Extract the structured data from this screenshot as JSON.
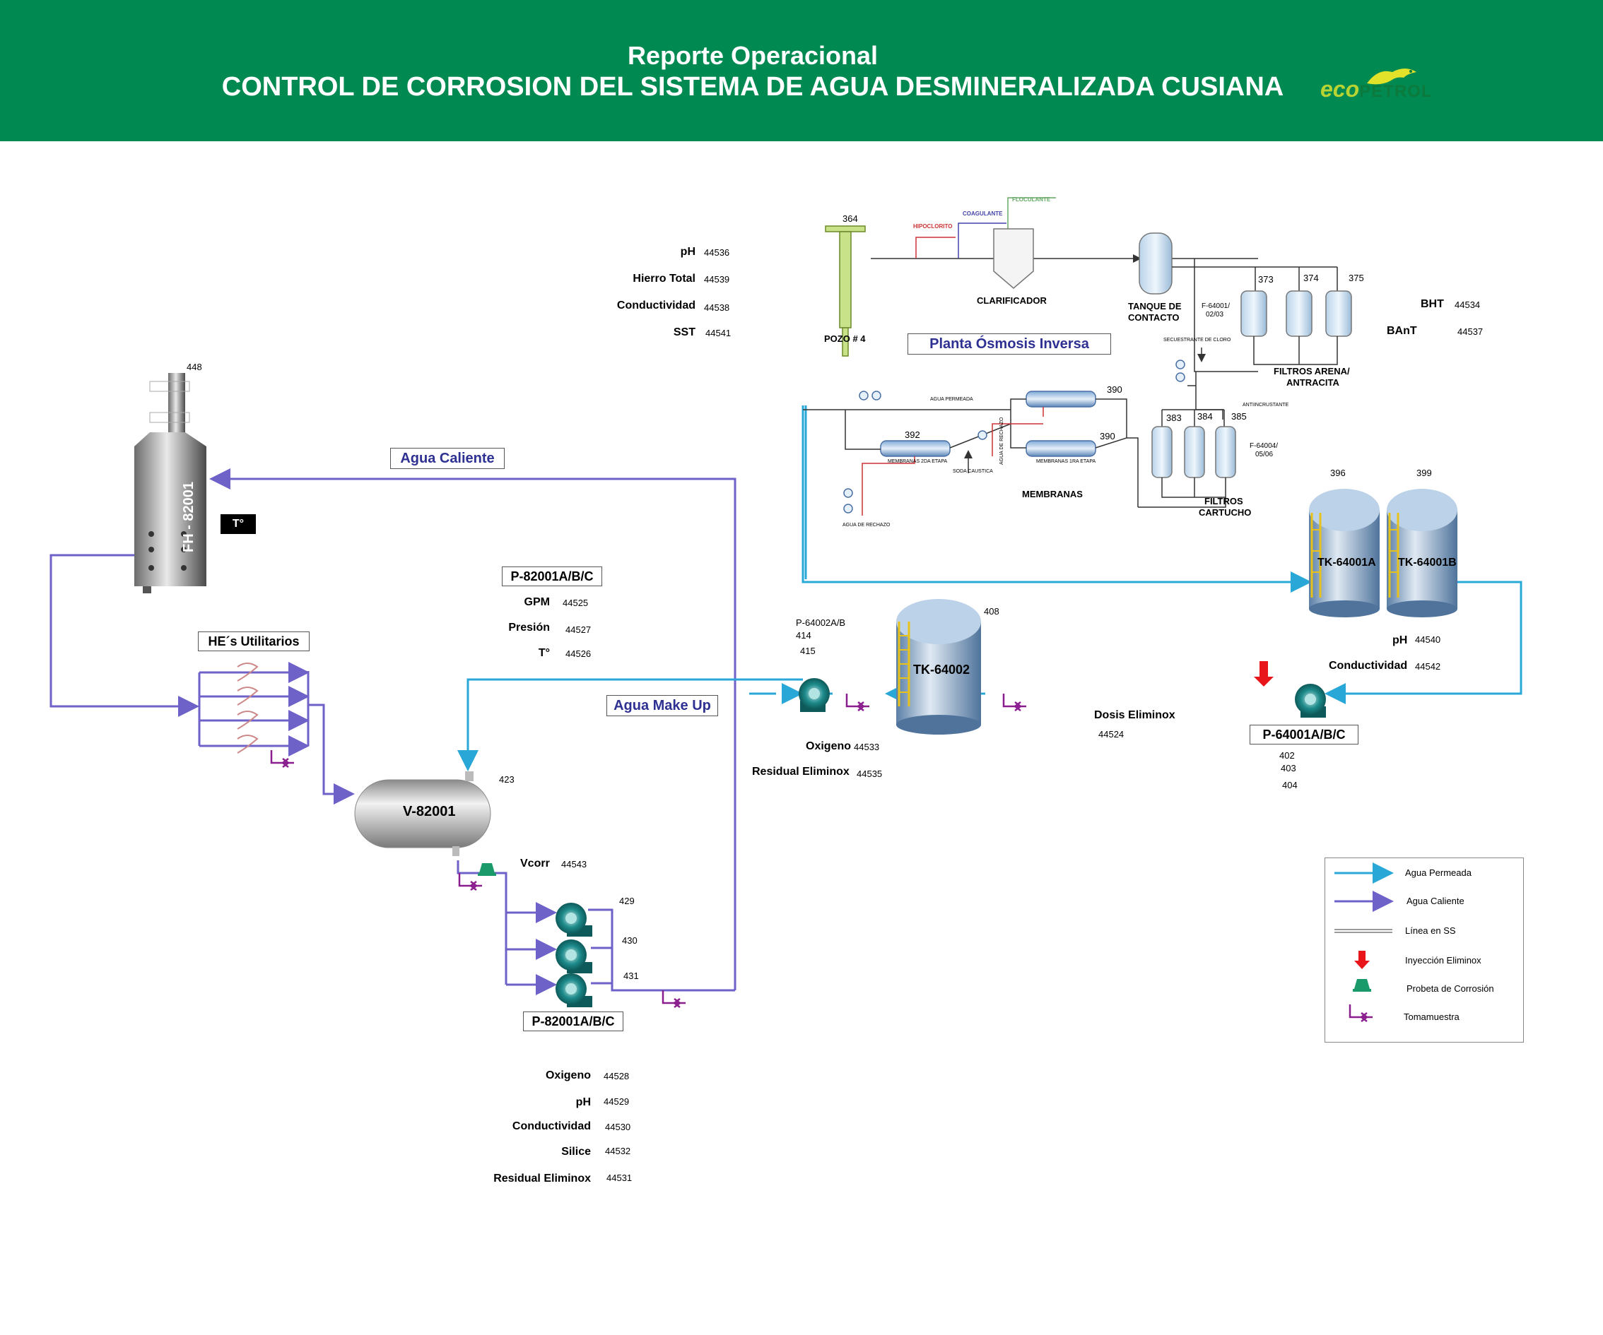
{
  "header": {
    "title_line1": "Reporte Operacional",
    "title_line2": "CONTROL DE CORROSION DEL SISTEMA DE AGUA DESMINERALIZADA CUSIANA",
    "logo_eco": "eco",
    "logo_petrol": "PETROL",
    "logo_icon": "iguana-icon",
    "bg_color": "#008a52"
  },
  "colors": {
    "agua_permeada": "#29a8d8",
    "agua_caliente": "#6e62c8",
    "linea_ss": "#9a9a9a",
    "inyeccion": "#e8161b",
    "probeta": "#1a9a6a",
    "tomamuestra": "#8b1e8e"
  },
  "top_params": {
    "ph_label": "pH",
    "ph_val": "44536",
    "hierro_label": "Hierro Total",
    "hierro_val": "44539",
    "cond_label": "Conductividad",
    "cond_val": "44538",
    "sst_label": "SST",
    "sst_val": "44541"
  },
  "fh": {
    "id": "448",
    "name": "FH - 82001",
    "t_label": "T°"
  },
  "agua_caliente_label": "Agua Caliente",
  "agua_makeup_label": "Agua Make Up",
  "he_label": "HE´s Utilitarios",
  "p82001_top": {
    "title": "P-82001A/B/C",
    "gpm_label": "GPM",
    "gpm_val": "44525",
    "pres_label": "Presión",
    "pres_val": "44527",
    "t_label": "T°",
    "t_val": "44526"
  },
  "v82001": {
    "name": "V-82001",
    "id": "423",
    "vcorr_label": "Vcorr",
    "vcorr_val": "44543"
  },
  "pumps_82001": {
    "ids": [
      "429",
      "430",
      "431"
    ],
    "title": "P-82001A/B/C"
  },
  "bottom_params": [
    {
      "label": "Oxigeno",
      "val": "44528"
    },
    {
      "label": "pH",
      "val": "44529"
    },
    {
      "label": "Conductividad",
      "val": "44530"
    },
    {
      "label": "Silice",
      "val": "44532"
    },
    {
      "label": "Residual Eliminox",
      "val": "44531"
    }
  ],
  "pretreat": {
    "pozo_id": "364",
    "pozo_label": "POZO # 4",
    "hipoclorito": "HIPOCLORITO",
    "coagulante": "COAGULANTE",
    "floculante": "FLOCULANTE",
    "clarificador": "CLARIFICADOR",
    "tanque_line1": "TANQUE DE",
    "tanque_line2": "CONTACTO",
    "f64001_line1": "F-64001/",
    "f64001_line2": "02/03",
    "filter_ids": [
      "373",
      "374",
      "375"
    ],
    "filtros_line1": "FILTROS ARENA/",
    "filtros_line2": "ANTRACITA",
    "secuestrante": "SECUESTRANTE DE CLORO",
    "antiincrustante": "ANTIINCRUSTANTE"
  },
  "ro_title": "Planta Ósmosis Inversa",
  "bht": {
    "label": "BHT",
    "val": "44534"
  },
  "bant": {
    "label": "BAnT",
    "val": "44537"
  },
  "membranes": {
    "id_top": "390",
    "id_mid": "390",
    "id_392": "392",
    "agua_permeada": "AGUA PERMEADA",
    "agua_rechazo_v": "AGUA DE RECHAZO",
    "agua_rechazo": "AGUA DE RECHAZO",
    "segunda": "MEMBRANAS 2DA ETAPA",
    "primera": "MEMBRANAS 1RA ETAPA",
    "soda": "SODA CAUSTICA",
    "label": "MEMBRANAS"
  },
  "cartucho": {
    "ids": [
      "383",
      "384",
      "385"
    ],
    "f_line1": "F-64004/",
    "f_line2": "05/06",
    "line1": "FILTROS",
    "line2": "CARTUCHO"
  },
  "tk64001": {
    "id_a": "396",
    "id_b": "399",
    "name_a": "TK-64001A",
    "name_b": "TK-64001B",
    "ph_label": "pH",
    "ph_val": "44540",
    "cond_label": "Conductividad",
    "cond_val": "44542"
  },
  "p64001": {
    "title": "P-64001A/B/C",
    "ids": [
      "402",
      "403",
      "404"
    ]
  },
  "dosis": {
    "label": "Dosis Eliminox",
    "val": "44524"
  },
  "tk64002": {
    "name": "TK-64002",
    "id": "408"
  },
  "p64002": {
    "label": "P-64002A/B",
    "id1": "414",
    "id2": "415",
    "oxig_label": "Oxigeno",
    "oxig_val": "44533",
    "resid_label": "Residual Eliminox",
    "resid_val": "44535"
  },
  "legend": [
    {
      "icon": "blue-arrow-icon",
      "label": "Agua  Permeada"
    },
    {
      "icon": "purple-arrow-icon",
      "label": "Agua Caliente"
    },
    {
      "icon": "double-line-icon",
      "label": "Línea  en SS"
    },
    {
      "icon": "red-arrow-icon",
      "label": "Inyección Eliminox"
    },
    {
      "icon": "corrosion-probe-icon",
      "label": "Probeta de Corrosión"
    },
    {
      "icon": "sample-point-icon",
      "label": "Tomamuestra"
    }
  ]
}
